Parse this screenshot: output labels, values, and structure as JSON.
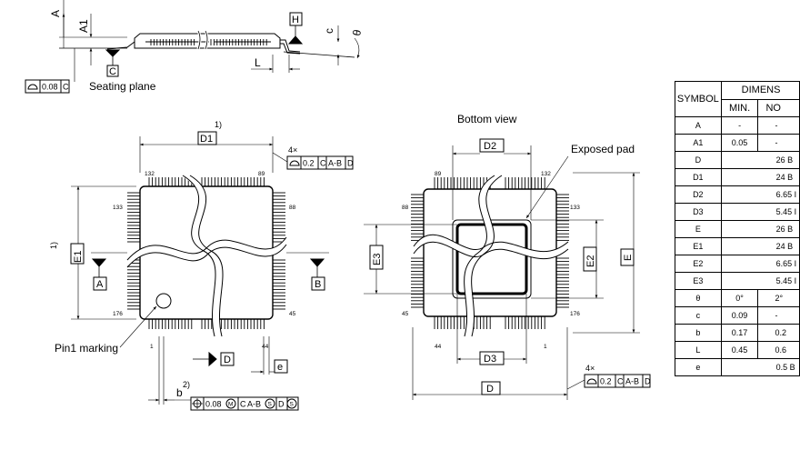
{
  "side_view": {
    "dim_A": "A",
    "dim_A1": "A1",
    "dim_c": "c",
    "dim_theta": "θ",
    "dim_L": "L",
    "datum_H": "H",
    "datum_C": "C",
    "flatness": {
      "tol": "0.08",
      "datum": "C"
    },
    "seating_plane": "Seating plane"
  },
  "top_view": {
    "dim_D1": "D1",
    "note_D1": "1)",
    "dim_E1": "E1",
    "note_E1": "1)",
    "pins": {
      "p132": "132",
      "p89": "89",
      "p133": "133",
      "p88": "88",
      "p176": "176",
      "p45": "45",
      "p1": "1",
      "p44": "44"
    },
    "datum_A": "A",
    "datum_B": "B",
    "datum_D": "D",
    "dim_e": "e",
    "dim_b": "b",
    "note_b": "2)",
    "profile_fcf": {
      "count": "4×",
      "tol": "0.2",
      "ref1": "C",
      "ref2": "A-B",
      "ref3": "D"
    },
    "position_fcf": {
      "tol": "0.08",
      "mod": "M",
      "ref1": "C",
      "ref2": "A-B",
      "mod2": "S",
      "ref3": "D",
      "mod3": "S"
    },
    "pin1_marking": "Pin1 marking"
  },
  "bottom_view": {
    "title": "Bottom view",
    "exposed_pad": "Exposed pad",
    "dim_D2": "D2",
    "dim_D3": "D3",
    "dim_E2": "E2",
    "dim_E3": "E3",
    "dim_E": "E",
    "dim_D": "D",
    "pins": {
      "p89": "89",
      "p132": "132",
      "p88": "88",
      "p133": "133",
      "p45": "45",
      "p176": "176",
      "p44": "44",
      "p1": "1"
    },
    "profile_fcf": {
      "count": "4×",
      "tol": "0.2",
      "ref1": "C",
      "ref2": "A-B",
      "ref3": "D"
    }
  },
  "table": {
    "headers": {
      "symbol": "SYMBOL",
      "dimensions": "DIMENS",
      "min": "MIN.",
      "nom": "NO"
    },
    "rows": [
      {
        "symbol": "A",
        "min": "-",
        "nom": "-"
      },
      {
        "symbol": "A1",
        "min": "0.05",
        "nom": "-"
      },
      {
        "symbol": "D",
        "span": "26 B"
      },
      {
        "symbol": "D1",
        "span": "24 B"
      },
      {
        "symbol": "D2",
        "span": "6.65 I"
      },
      {
        "symbol": "D3",
        "span": "5.45 I"
      },
      {
        "symbol": "E",
        "span": "26 B"
      },
      {
        "symbol": "E1",
        "span": "24 B"
      },
      {
        "symbol": "E2",
        "span": "6.65 I"
      },
      {
        "symbol": "E3",
        "span": "5.45 I"
      },
      {
        "symbol": "θ",
        "min": "0°",
        "nom": "2°"
      },
      {
        "symbol": "c",
        "min": "0.09",
        "nom": "-"
      },
      {
        "symbol": "b",
        "min": "0.17",
        "nom": "0.2"
      },
      {
        "symbol": "L",
        "min": "0.45",
        "nom": "0.6"
      },
      {
        "symbol": "e",
        "span": "0.5 B"
      }
    ]
  }
}
